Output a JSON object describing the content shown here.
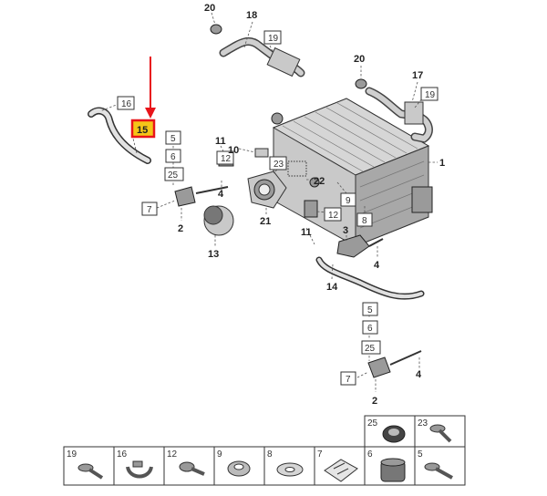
{
  "highlight_color": "#e8141a",
  "highlight_fill": "#f5c518",
  "labels": {
    "l20a": "20",
    "l18": "18",
    "l19a": "19",
    "l20b": "20",
    "l17": "17",
    "l19b": "19",
    "l16": "16",
    "l15": "15",
    "l5a": "5",
    "l6a": "6",
    "l25a": "25",
    "l7a": "7",
    "l2a": "2",
    "l11": "11",
    "l12a": "12",
    "l4a": "4",
    "l10": "10",
    "l23": "23",
    "l22": "22",
    "l21": "21",
    "l13": "13",
    "l9": "9",
    "l12b": "12",
    "l1": "1",
    "l8": "8",
    "l3": "3",
    "l11b": "11",
    "l4b": "4",
    "l14": "14",
    "l5b": "5",
    "l6b": "6",
    "l25b": "25",
    "l7b": "7",
    "l2b": "2",
    "l4c": "4"
  },
  "legend": {
    "top": [
      {
        "num": "25",
        "icon": "bushing-icon"
      },
      {
        "num": "23",
        "icon": "screw-icon"
      }
    ],
    "bottom": [
      {
        "num": "19",
        "icon": "bolt-icon"
      },
      {
        "num": "16",
        "icon": "hose-clamp-icon"
      },
      {
        "num": "12",
        "icon": "screw-icon"
      },
      {
        "num": "9",
        "icon": "grommet-icon"
      },
      {
        "num": "8",
        "icon": "washer-icon"
      },
      {
        "num": "7",
        "icon": "clip-icon"
      },
      {
        "num": "6",
        "icon": "rubber-bushing-icon"
      },
      {
        "num": "5",
        "icon": "bolt-icon"
      }
    ]
  }
}
